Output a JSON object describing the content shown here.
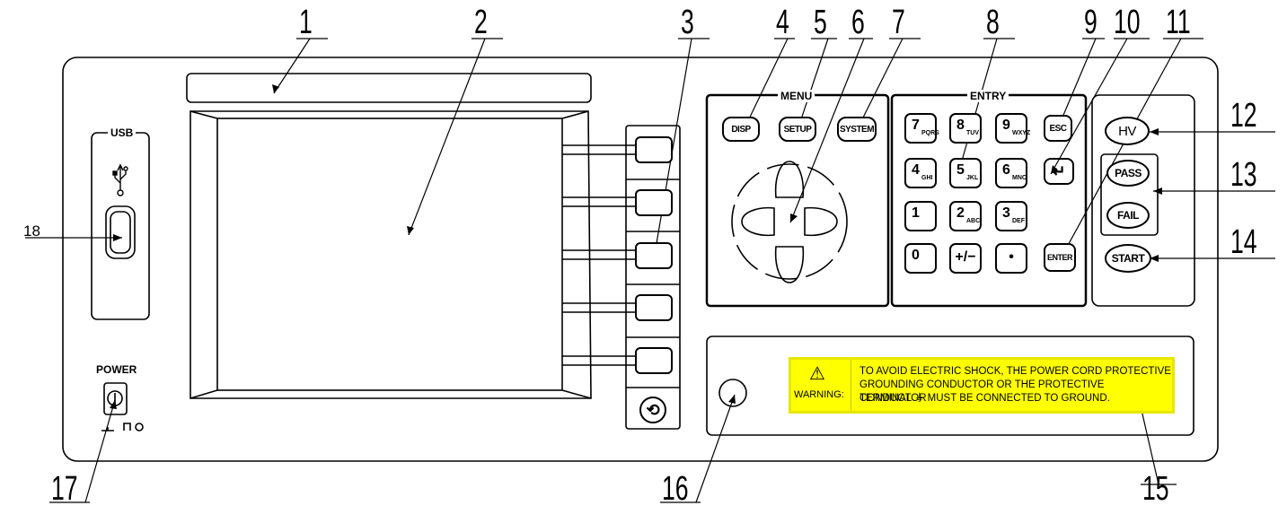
{
  "callouts": [
    "1",
    "2",
    "3",
    "4",
    "5",
    "6",
    "7",
    "8",
    "9",
    "10",
    "11",
    "12",
    "13",
    "14",
    "15",
    "16",
    "17",
    "18"
  ],
  "labels": {
    "usb": "USB",
    "menu": "MENU",
    "entry": "ENTRY",
    "power": "POWER"
  },
  "menu_keys": [
    "DISP",
    "SETUP",
    "SYSTEM"
  ],
  "entry_keys": {
    "k7": {
      "main": "7",
      "sub": "PQRS"
    },
    "k8": {
      "main": "8",
      "sub": "TUV"
    },
    "k9": {
      "main": "9",
      "sub": "WXYZ"
    },
    "k4": {
      "main": "4",
      "sub": "GHI"
    },
    "k5": {
      "main": "5",
      "sub": "JKL"
    },
    "k6": {
      "main": "6",
      "sub": "MNO"
    },
    "k1": {
      "main": "1"
    },
    "k2": {
      "main": "2",
      "sub": "ABC"
    },
    "k3": {
      "main": "3",
      "sub": "DEF"
    },
    "k0": {
      "main": "0"
    },
    "kpm": {
      "main": "+/−"
    },
    "kdot": {
      "main": "•"
    },
    "esc": "ESC",
    "enter": "ENTER"
  },
  "side_buttons": [
    "HV",
    "PASS",
    "FAIL",
    "START"
  ],
  "warning": {
    "icon": "⚠",
    "label": "WARNING:",
    "line1": "TO AVOID ELECTRIC SHOCK, THE POWER CORD PROTECTIVE",
    "line2": "GROUNDING CONDUCTOR OR THE PROTECTIVE CONDUCTOR",
    "line3_prefix": "TERMINAL",
    "ground_symbol": "⏚",
    "line3_suffix": "MUST BE CONNECTED TO GROUND."
  },
  "colors": {
    "warning_fill": "#ffff00",
    "line": "#000000"
  }
}
